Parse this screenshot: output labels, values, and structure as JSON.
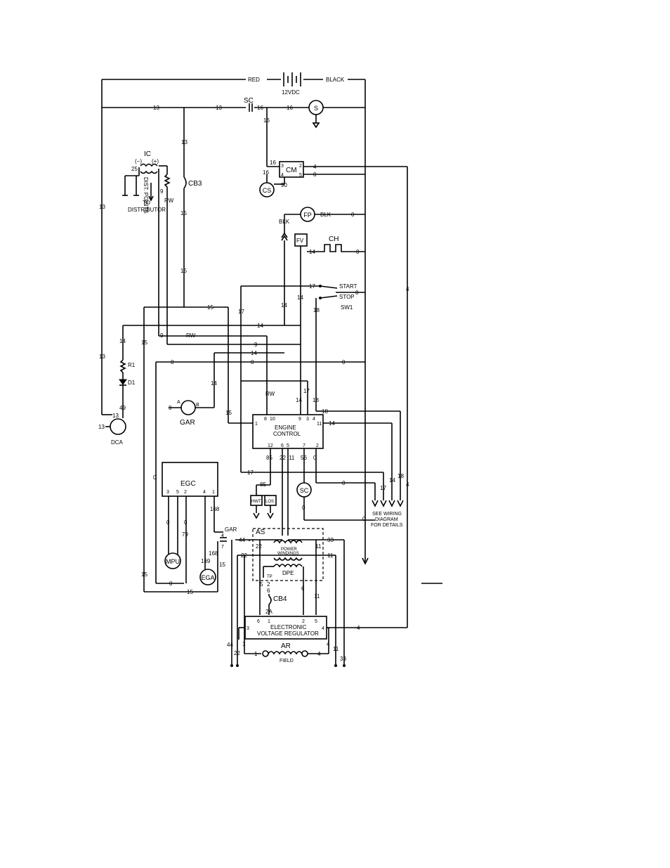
{
  "battery": {
    "voltage": "12VDC",
    "pos_wire": "RED",
    "neg_wire": "BLACK"
  },
  "components": {
    "ic": "IC",
    "ic_minus": "(−)",
    "ic_plus": "(+)",
    "dist_points": "DIST. POINTS",
    "to_distributor": "TO",
    "distributor": "DISTRIBUTOR",
    "cb3": "CB3",
    "cb4": "CB4",
    "sc_contact": "SC",
    "s": "S",
    "cm": "CM",
    "cs": "CS",
    "fp": "FP",
    "fp_wire": "BLK",
    "blk": "BLK",
    "fv": "FV",
    "ch": "CH",
    "start": "START",
    "stop": "STOP",
    "sw1": "SW1",
    "r1": "R1",
    "d1": "D1",
    "dca": "DCA",
    "gar": "GAR",
    "gar_pin_a": "A",
    "gar_pin_b": "B",
    "gar2": "GAR",
    "engine_control_1": "ENGINE",
    "engine_control_2": "CONTROL",
    "egc": "EGC",
    "mpu": "MPU",
    "ega": "EGA",
    "hwt": "HWT",
    "los": "LOS",
    "sc": "SC",
    "as": "AS",
    "power_windings_1": "POWER",
    "power_windings_2": "WINDINGS",
    "dpe": "DPE",
    "tp": "TP",
    "evr_1": "ELECTRONIC",
    "evr_2": "VOLTAGE REGULATOR",
    "ar": "AR",
    "field": "FIELD",
    "see_wiring_1": "SEE WIRING",
    "see_wiring_2": "DIAGRAM",
    "see_wiring_3": "FOR DETAILS"
  },
  "wire_numbers": {
    "w13": "13",
    "w16": "16",
    "w15": "15",
    "w9": "9",
    "w25": "25",
    "w90": "90",
    "w0": "0",
    "w4": "4",
    "w14": "14",
    "w17": "17",
    "w18": "18",
    "w49": "49",
    "w12": "12",
    "w10": "10",
    "w8": "8",
    "w85": "85",
    "w22": "22",
    "w11": "11",
    "w56": "56",
    "w6": "6",
    "w5": "5",
    "w7": "7",
    "w2": "2",
    "w3": "3",
    "w1": "1",
    "w79": "79",
    "w168": "168",
    "w169": "169",
    "w44": "44",
    "w33": "33",
    "w2a": "2A",
    "rw": "RW",
    "pin_a": "A",
    "pin_b": "B"
  }
}
